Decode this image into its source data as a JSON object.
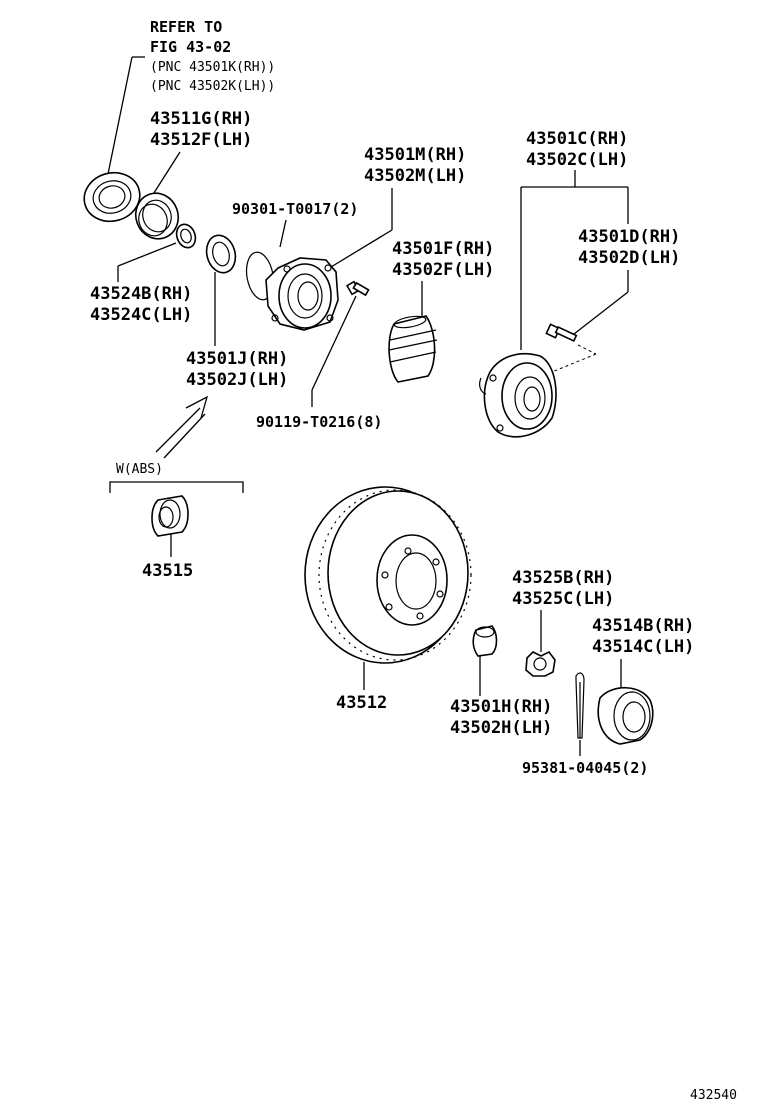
{
  "refer": {
    "line1": "REFER TO",
    "line2": "FIG 43-02",
    "line3": "(PNC 43501K(RH))",
    "line4": "(PNC 43502K(LH))"
  },
  "parts": {
    "p43511g": "43511G(RH)",
    "p43512f": "43512F(LH)",
    "p90301": "90301-T0017(2)",
    "p43501m": "43501M(RH)",
    "p43502m": "43502M(LH)",
    "p43501c": "43501C(RH)",
    "p43502c": "43502C(LH)",
    "p43501d": "43501D(RH)",
    "p43502d": "43502D(LH)",
    "p43501f": "43501F(RH)",
    "p43502f": "43502F(LH)",
    "p43524b": "43524B(RH)",
    "p43524c": "43524C(LH)",
    "p43501j": "43501J(RH)",
    "p43502j": "43502J(LH)",
    "p90119": "90119-T0216(8)",
    "wabs": "W(ABS)",
    "p43515": "43515",
    "p43525b": "43525B(RH)",
    "p43525c": "43525C(LH)",
    "p43514b": "43514B(RH)",
    "p43514c": "43514C(LH)",
    "p43512": "43512",
    "p43501h": "43501H(RH)",
    "p43502h": "43502H(LH)",
    "p95381": "95381-04045(2)"
  },
  "figure_id": "432540"
}
